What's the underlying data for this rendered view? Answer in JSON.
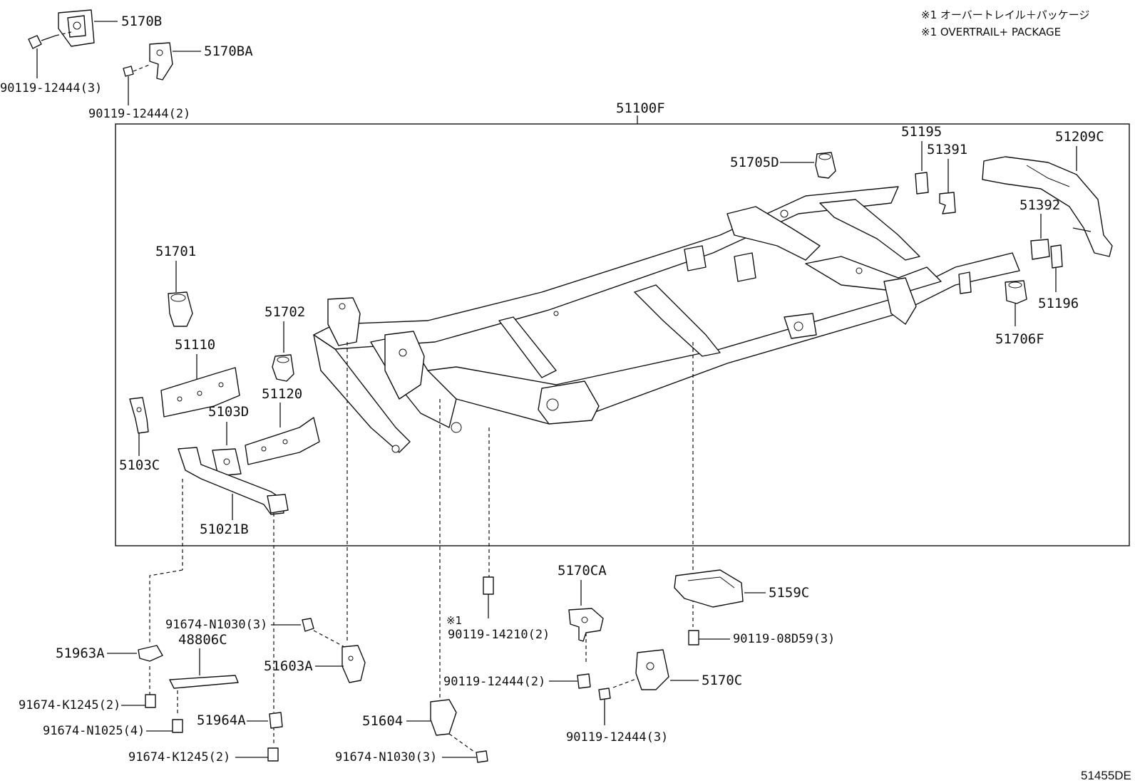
{
  "notes": {
    "jp": "※1 オーバートレイル＋パッケージ",
    "en": "※1 OVERTRAIL+ PACKAGE",
    "marker": "※1"
  },
  "diagram_code": "51455DE",
  "labels": {
    "p5170B": "5170B",
    "p5170BA": "5170BA",
    "p90119_12444_3_top": "90119-12444(3)",
    "p90119_12444_2_top": "90119-12444(2)",
    "p51100F": "51100F",
    "p51195": "51195",
    "p51391": "51391",
    "p51209C": "51209C",
    "p51705D": "51705D",
    "p51392": "51392",
    "p51196": "51196",
    "p51706F": "51706F",
    "p51701": "51701",
    "p51702": "51702",
    "p51110": "51110",
    "p51120": "51120",
    "p5103D": "5103D",
    "p5103C": "5103C",
    "p51021B": "51021B",
    "p5170CA": "5170CA",
    "p5159C": "5159C",
    "p90119_14210_2": "90119-14210(2)",
    "p90119_08D59_3": "90119-08D59(3)",
    "p91674_N1030_3_a": "91674-N1030(3)",
    "p48806C": "48806C",
    "p51603A": "51603A",
    "p51963A": "51963A",
    "p90119_12444_2_mid": "90119-12444(2)",
    "p5170C": "5170C",
    "p91674_K1245_2_a": "91674-K1245(2)",
    "p91674_N1025_4": "91674-N1025(4)",
    "p51964A": "51964A",
    "p51604": "51604",
    "p90119_12444_3_bot": "90119-12444(3)",
    "p91674_K1245_2_b": "91674-K1245(2)",
    "p91674_N1030_3_b": "91674-N1030(3)"
  }
}
